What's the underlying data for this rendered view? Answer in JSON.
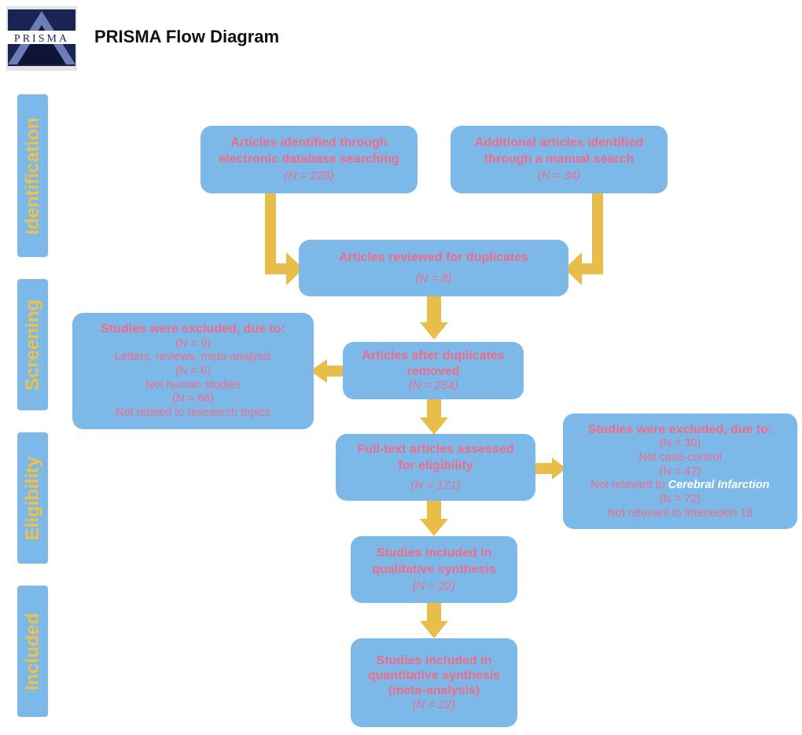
{
  "header": {
    "logo_text": "PRISMA",
    "title": "PRISMA Flow Diagram"
  },
  "phases": {
    "identification": "Identification",
    "screening": "Screening",
    "eligibility": "Eligibility",
    "included": "Included"
  },
  "boxes": {
    "database": {
      "line1": "Articles identified through",
      "line2": "electronic database searching",
      "n": "(N = 228)"
    },
    "manual": {
      "line1": "Additional articles identified",
      "line2": "through a manual search",
      "n": "(N = 34)"
    },
    "duplicates": {
      "line1": "Articles reviewed for duplicates",
      "n": "(N = 8)"
    },
    "after_duplicates": {
      "line1": "Articles after duplicates",
      "line2": "removed",
      "n": "(N = 254)"
    },
    "excluded_screening": {
      "title": "Studies were excluded, due to:",
      "n1": "(N = 9)",
      "r1": "Letters, reviews, meta-analysis",
      "n2": "(N = 6)",
      "r2": "Not human studies",
      "n3": "(N = 68)",
      "r3": "Not related to reseasrch topics"
    },
    "fulltext": {
      "line1": "Full-text articles assessed",
      "line2": "for eligibility",
      "n": "(N = 171)"
    },
    "excluded_eligibility": {
      "title": "Studies were excluded, due to:",
      "n1": "(N = 30)",
      "r1": "Not case-control",
      "n2": "(N = 47)",
      "r2_prefix": "Not relevant to ",
      "r2_emph": "Cerebral Infarction",
      "n3": "(N = 72)",
      "r3": "Not relevant to Interleukin 18"
    },
    "qualitative": {
      "line1": "Studies included in",
      "line2": "qualitative synthesis",
      "n": "(N = 22)"
    },
    "quantitative": {
      "line1": "Studies included in",
      "line2": "quantitative synthesis",
      "line3": "(meta-analysis)",
      "n": "(N = 22)"
    }
  },
  "colors": {
    "box_fill": "#7db9e8",
    "box_text": "#f06b8a",
    "arrow": "#e8bd4a",
    "phase_text": "#efc04a"
  }
}
